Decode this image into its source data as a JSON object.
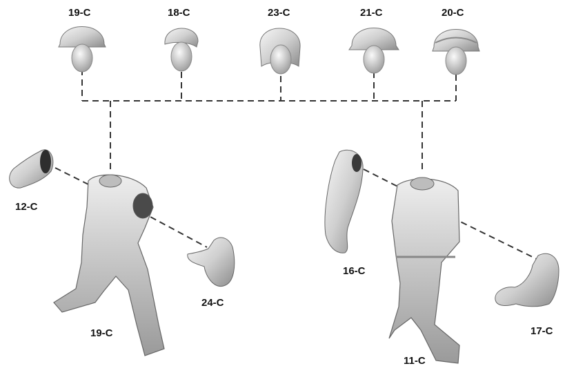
{
  "colors": {
    "ink": "#111111",
    "connector": "#333333",
    "metal_light": "#f2f2f2",
    "metal_mid": "#c8c8c8",
    "metal_dark": "#8a8a8a"
  },
  "heads": [
    {
      "code": "19-C",
      "icon": "helmet-head-icon"
    },
    {
      "code": "18-C",
      "icon": "cap-head-icon"
    },
    {
      "code": "23-C",
      "icon": "fur-hat-head-icon"
    },
    {
      "code": "21-C",
      "icon": "helmet-head-icon"
    },
    {
      "code": "20-C",
      "icon": "helmet-cover-head-icon"
    }
  ],
  "parts": {
    "arm_left_fist": {
      "code": "12-C",
      "icon": "arm-fist-icon"
    },
    "torso_left": {
      "code": "19-C",
      "icon": "soldier-torso-legs-icon"
    },
    "arm_left_open": {
      "code": "24-C",
      "icon": "arm-open-hand-icon"
    },
    "arm_right_long": {
      "code": "16-C",
      "icon": "arm-long-icon"
    },
    "torso_right": {
      "code": "11-C",
      "icon": "soldier-torso-legs-icon"
    },
    "arm_right_thumb": {
      "code": "17-C",
      "icon": "arm-thumb-icon"
    }
  }
}
